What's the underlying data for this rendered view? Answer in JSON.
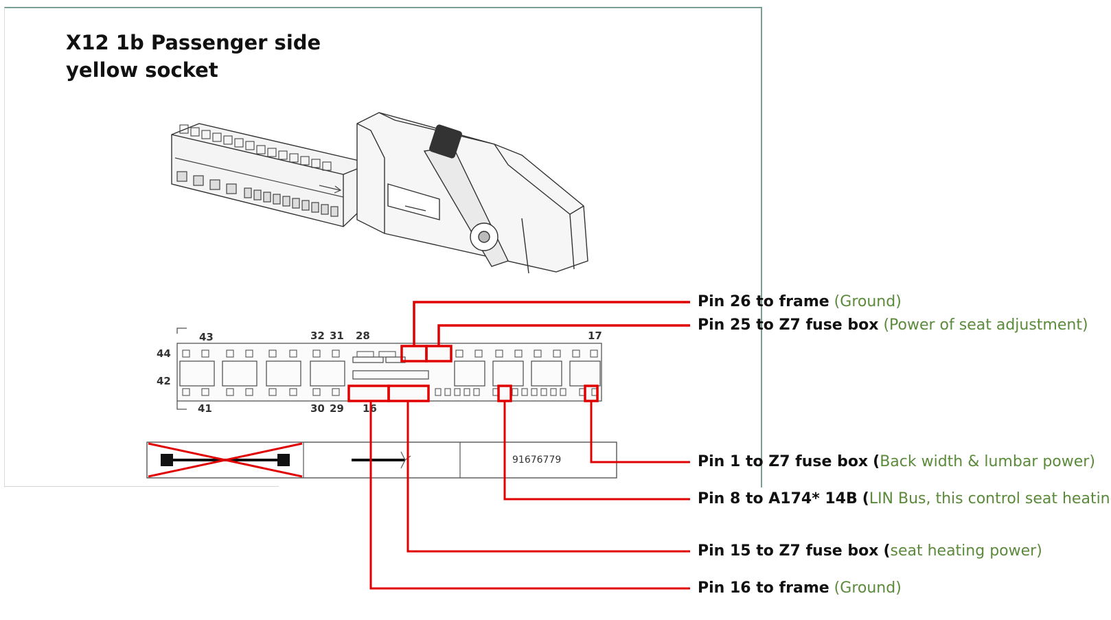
{
  "title": "X12 1b Passenger side yellow socket",
  "colors": {
    "leader": "#e10000",
    "note": "#5a8a3a",
    "frame": "#7a9e96"
  },
  "connector": {
    "pin_numbers": {
      "top": [
        "43",
        "32",
        "31",
        "28",
        "17"
      ],
      "left": [
        "44",
        "42"
      ],
      "bottom": [
        "41",
        "30",
        "29",
        "16"
      ]
    },
    "part_number": "91676779"
  },
  "labels": [
    {
      "main": "Pin 26 to frame",
      "note": "Ground"
    },
    {
      "main": "Pin 25 to Z7 fuse box",
      "note": "Power of seat adjustment"
    },
    {
      "main": "Pin 1 to Z7 fuse box",
      "note": "Back width & lumbar power"
    },
    {
      "main": "Pin 8 to A174* 14B",
      "note": "LIN Bus, this control seat heating"
    },
    {
      "main": "Pin 15 to Z7 fuse box",
      "note": "seat heating power"
    },
    {
      "main": "Pin 16 to frame",
      "note": "Ground"
    }
  ]
}
